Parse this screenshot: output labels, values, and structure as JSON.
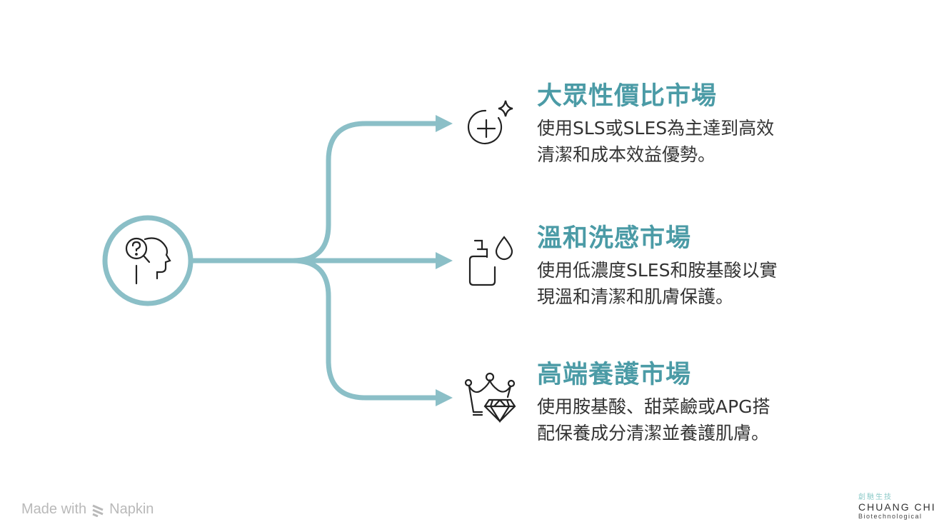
{
  "colors": {
    "connector": "#8bbfc7",
    "title": "#4b9ba6",
    "text": "#333333"
  },
  "center": {
    "icon": "head-question-icon"
  },
  "branches": [
    {
      "title": "大眾性價比市場",
      "desc_lines": [
        "使用SLS或SLES為主達到高效",
        "清潔和成本效益優勢。"
      ],
      "icon": "plus-sparkle-icon"
    },
    {
      "title": "溫和洗感市場",
      "desc_lines": [
        "使用低濃度SLES和胺基酸以實",
        "現溫和清潔和肌膚保護。"
      ],
      "icon": "soap-drop-icon"
    },
    {
      "title": "高端養護市場",
      "desc_lines": [
        "使用胺基酸、甜菜鹼或APG搭",
        "配保養成分清潔並養護肌膚。"
      ],
      "icon": "crown-diamond-icon"
    }
  ],
  "watermark": {
    "made_with": "Made with",
    "brand": "Napkin"
  },
  "logo": {
    "chinese": "創馳生技",
    "name": "CHUANG CHI",
    "sub": "Biotechnological"
  }
}
